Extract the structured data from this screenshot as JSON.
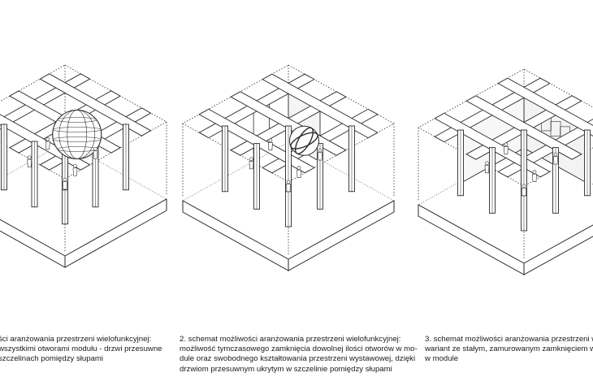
{
  "captions": [
    {
      "lines": [
        "ści aranżowania przestrzeni wielofunkcyjnej:",
        "wszystkimi otworami modułu - drzwi przesuwne",
        "szczelinach pomiędzy słupami"
      ]
    },
    {
      "lines": [
        "2. schemat możliwości aranżowania przestrzeni wielofunkcyjnej:",
        "możliwość tymczasowego zamknięcia dowolnej ilości otworów w mo-",
        "dule oraz swobodnego kształtowania przestrzeni wystawowej, dzięki",
        "drzwiom przesuwnym ukrytym w szczelinie pomiędzy słupami"
      ]
    },
    {
      "lines": [
        "3. schemat możliwości aranżowania przestrzeni w",
        "wariant ze stałym, zamurowanym zamknięciem w",
        "w module"
      ]
    }
  ],
  "diagrams": [
    {
      "variant": "open-module-globe"
    },
    {
      "variant": "partial-closure-sculpture"
    },
    {
      "variant": "walled-closure"
    }
  ]
}
